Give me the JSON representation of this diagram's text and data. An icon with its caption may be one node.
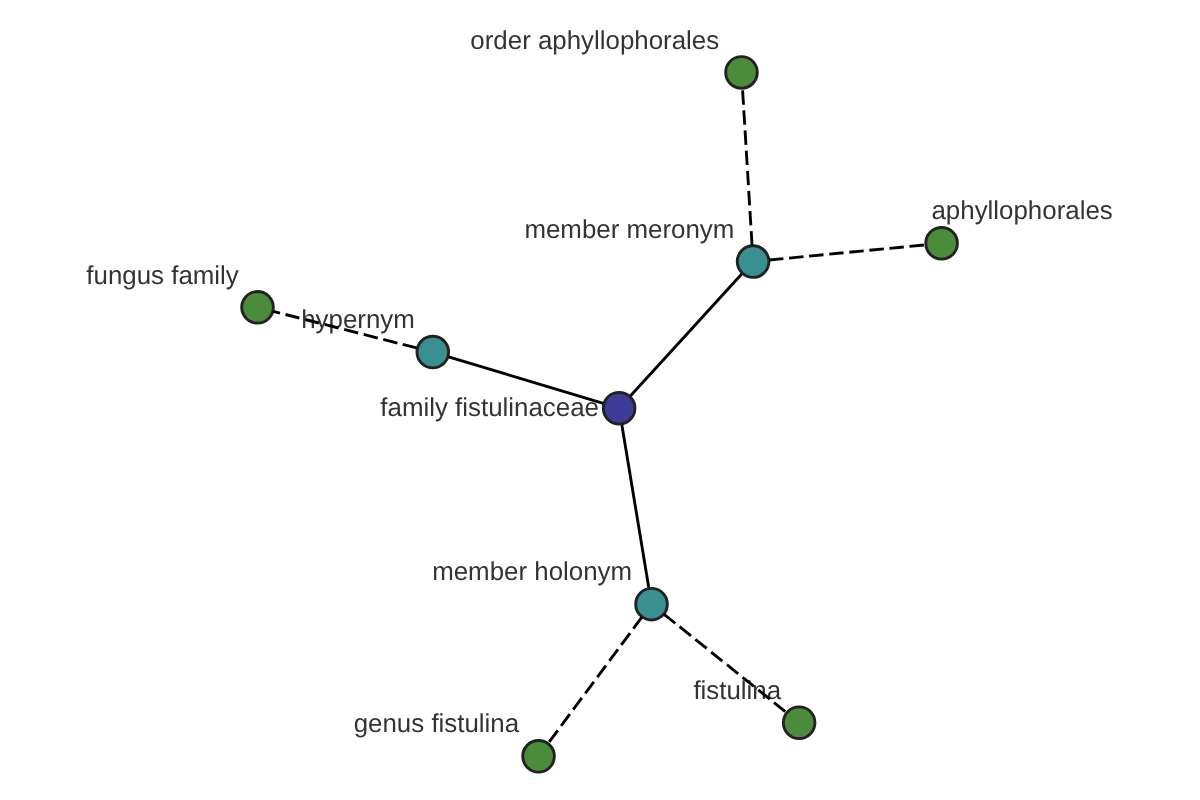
{
  "diagram": {
    "nodes": [
      {
        "text": [
          "family fistulinaceae"
        ]
      },
      {
        "text": [
          "member meronym"
        ]
      },
      {
        "text": [
          "member holonym"
        ]
      },
      {
        "text": [
          "hypernym"
        ]
      },
      {
        "text": [
          "aphyllophorales"
        ]
      },
      {
        "text": [
          "order aphyllophorales"
        ]
      },
      {
        "text": [
          "genus fistulina"
        ]
      },
      {
        "text": [
          "fistulina"
        ]
      },
      {
        "text": [
          "fungus family"
        ]
      }
    ],
    "edges": [
      {
        "from": 0,
        "to": 1,
        "arrow": "none"
      },
      {
        "from": 0,
        "to": 2,
        "arrow": "none"
      },
      {
        "from": 0,
        "to": 3,
        "arrow": "none"
      },
      {
        "from": 1,
        "to": 4,
        "arrow": "none",
        "style": "dashed"
      },
      {
        "from": 1,
        "to": 5,
        "arrow": "none",
        "style": "dashed"
      },
      {
        "from": 2,
        "to": 6,
        "arrow": "none",
        "style": "dashed"
      },
      {
        "from": 2,
        "to": 7,
        "arrow": "none",
        "style": "dashed"
      },
      {
        "from": 3,
        "to": 8,
        "arrow": "none",
        "style": "dashed"
      }
    ]
  }
}
